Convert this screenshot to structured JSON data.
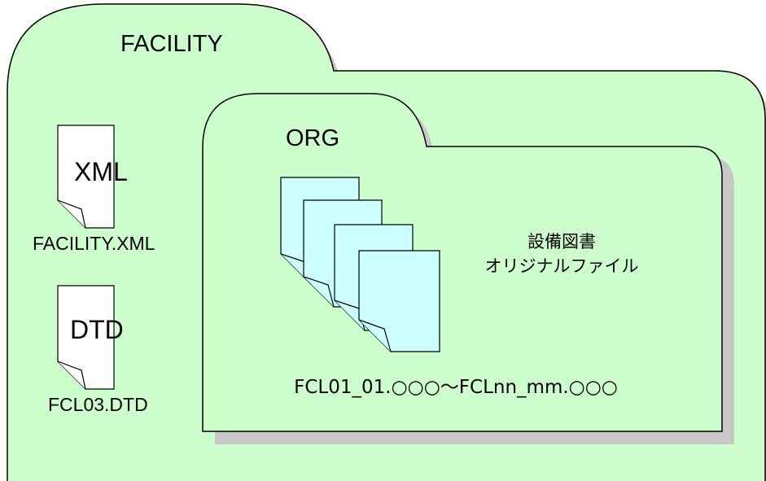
{
  "colors": {
    "folder_fill": "#ccffcc",
    "folder_shadow": "#c8c8c8",
    "document_fill": "#ffffff",
    "original_file_fill": "#ccffff",
    "outline": "#000000"
  },
  "facility_folder": {
    "title": "FACILITY",
    "icon": "folder-icon"
  },
  "xml_document": {
    "label": "XML",
    "filename": "FACILITY.XML",
    "icon": "document-icon"
  },
  "dtd_document": {
    "label": "DTD",
    "filename": "FCL03.DTD",
    "icon": "document-icon"
  },
  "org_folder": {
    "title": "ORG",
    "icon": "folder-icon",
    "description_lines": [
      "設備図書",
      "オリジナルファイル"
    ],
    "file_range": "FCL01_01.○○○〜FCLnn_mm.○○○",
    "stacked_file_count": 4
  }
}
